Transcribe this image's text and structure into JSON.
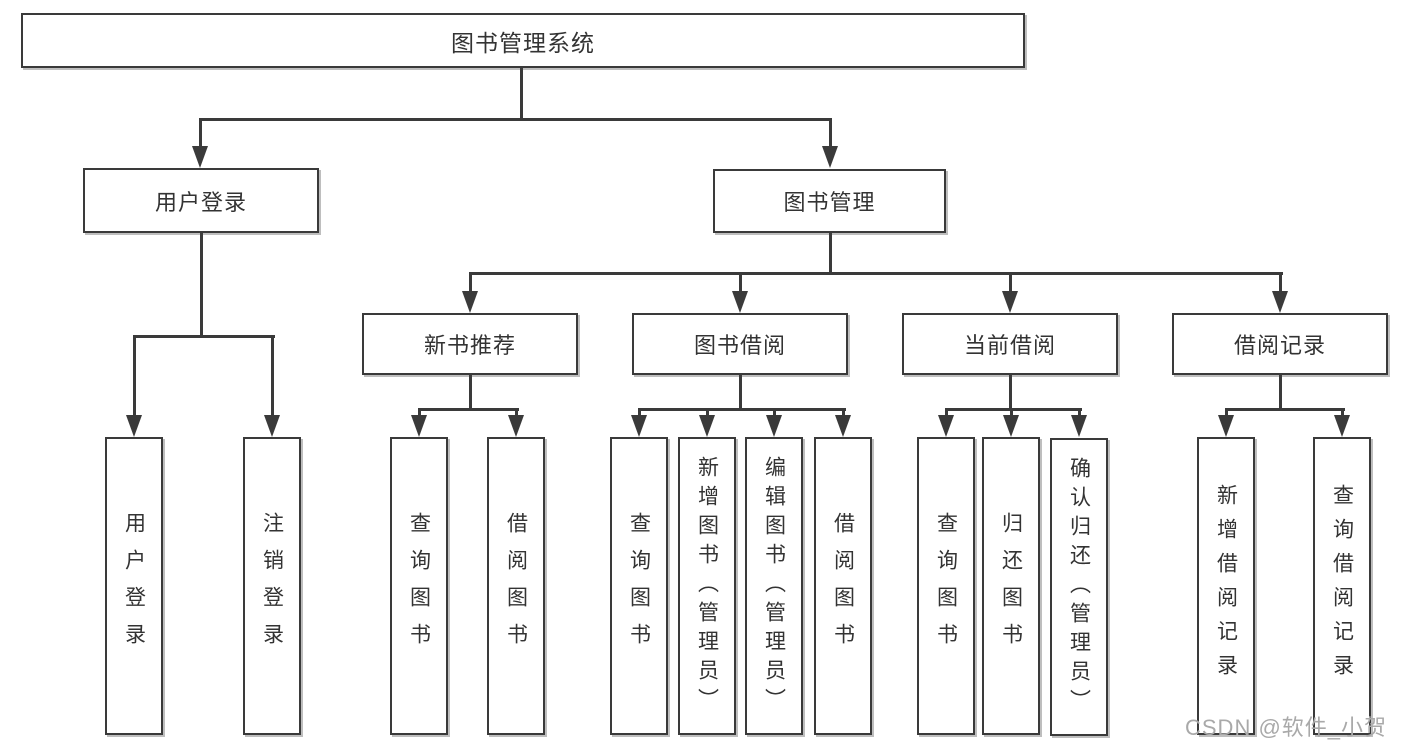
{
  "diagram": {
    "root": {
      "label": "图书管理系统"
    },
    "branches": [
      {
        "label": "用户登录",
        "children": [
          {
            "label": "用户登录"
          },
          {
            "label": "注销登录"
          }
        ]
      },
      {
        "label": "图书管理",
        "children": [
          {
            "label": "新书推荐",
            "children": [
              {
                "label": "查询图书"
              },
              {
                "label": "借阅图书"
              }
            ]
          },
          {
            "label": "图书借阅",
            "children": [
              {
                "label": "查询图书"
              },
              {
                "label": "新增图书（管理员）"
              },
              {
                "label": "编辑图书（管理员）"
              },
              {
                "label": "借阅图书"
              }
            ]
          },
          {
            "label": "当前借阅",
            "children": [
              {
                "label": "查询图书"
              },
              {
                "label": "归还图书"
              },
              {
                "label": "确认归还（管理员）"
              }
            ]
          },
          {
            "label": "借阅记录",
            "children": [
              {
                "label": "新增借阅记录"
              },
              {
                "label": "查询借阅记录"
              }
            ]
          }
        ]
      }
    ]
  },
  "watermark": "CSDN @软件_小贺同学",
  "colors": {
    "line": "#3a3a3a",
    "text": "#333333",
    "watermark": "#a9a9a9",
    "background": "#ffffff"
  }
}
